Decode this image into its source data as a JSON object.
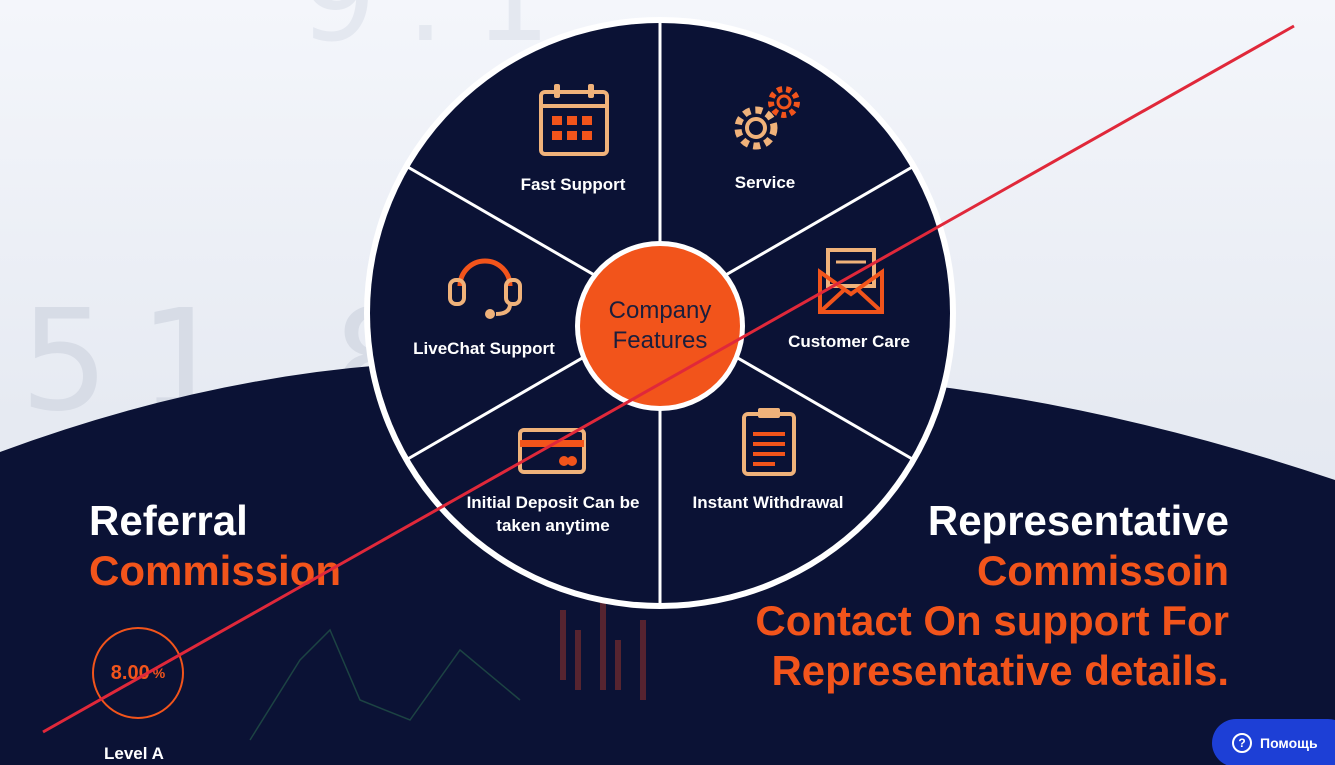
{
  "wheel": {
    "center": "Company\nFeatures",
    "segments": [
      {
        "label": "Fast Support",
        "icon": "calendar-icon"
      },
      {
        "label": "Service",
        "icon": "gears-icon"
      },
      {
        "label": "Customer Care",
        "icon": "envelope-icon"
      },
      {
        "label": "Instant Withdrawal",
        "icon": "clipboard-icon"
      },
      {
        "label": "Initial Deposit Can be\ntaken anytime",
        "icon": "credit-card-icon"
      },
      {
        "label": "LiveChat Support",
        "icon": "headset-icon"
      }
    ]
  },
  "referral": {
    "title_white": "Referral",
    "title_orange": "Commission",
    "rate_value": "8.00",
    "rate_unit": "%",
    "level": "Level A"
  },
  "representative": {
    "title_white": "Representative",
    "line1": "Commissoin",
    "line2": "Contact On support For",
    "line3": "Representative details."
  },
  "help_button": {
    "label": "Помощь"
  },
  "colors": {
    "navy": "#0b1235",
    "orange": "#f2541b",
    "icon_tan": "#f0b27a",
    "strike_red": "#e0283a",
    "help_blue": "#1d3fd6"
  }
}
